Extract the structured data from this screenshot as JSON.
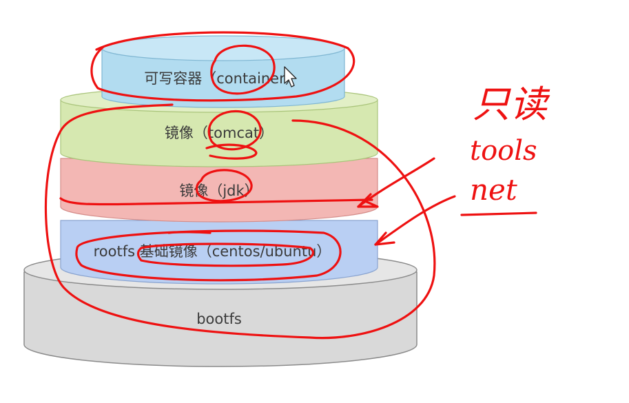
{
  "layers": {
    "bootfs": {
      "label": "bootfs",
      "fill": "#d9d9d9"
    },
    "rootfs": {
      "label": "rootfs 基础镜像（centos/ubuntu）",
      "fill": "#b9cff3"
    },
    "jdk": {
      "label": "镜像（jdk）",
      "fill": "#f3b7b4"
    },
    "tomcat": {
      "label": "镜像（tomcat）",
      "fill": "#d6e8b0"
    },
    "container": {
      "label": "可写容器（container）",
      "fill": "#b2dcf0"
    }
  },
  "handwriting": {
    "words": [
      "只读",
      "tools",
      "net"
    ],
    "ink_color": "#ee1111"
  }
}
